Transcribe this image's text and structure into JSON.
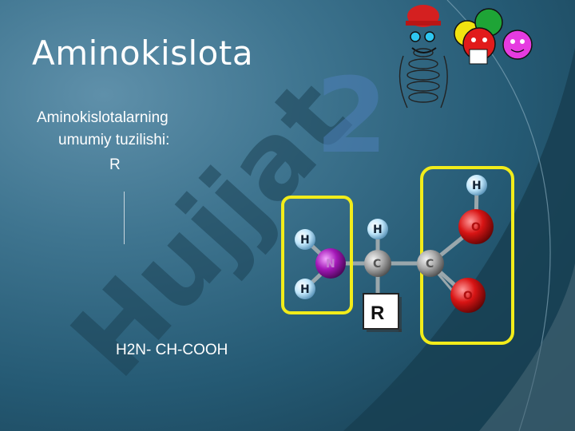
{
  "slide": {
    "title": "Aminokislota",
    "subtitle_line1": "Aminokislotalarning",
    "subtitle_line2": "umumiy tuzilishi:",
    "r_label": "R",
    "formula": "H2N- CH-COOH",
    "watermark_text": "Hujjat",
    "watermark_number": "2"
  },
  "molecule": {
    "atoms": {
      "h_amine_top": "H",
      "h_amine_bottom": "H",
      "nitrogen": "N",
      "h_alpha": "H",
      "c_alpha": "C",
      "c_carboxyl": "C",
      "o_top": "O",
      "o_bottom": "O",
      "h_acid": "H",
      "r_group": "R"
    },
    "colors": {
      "hydrogen": "#bfe6fb",
      "nitrogen": "#a418b8",
      "carbon": "#a9a9a9",
      "oxygen": "#d81414",
      "highlight_box": "#f2ec1a"
    }
  }
}
